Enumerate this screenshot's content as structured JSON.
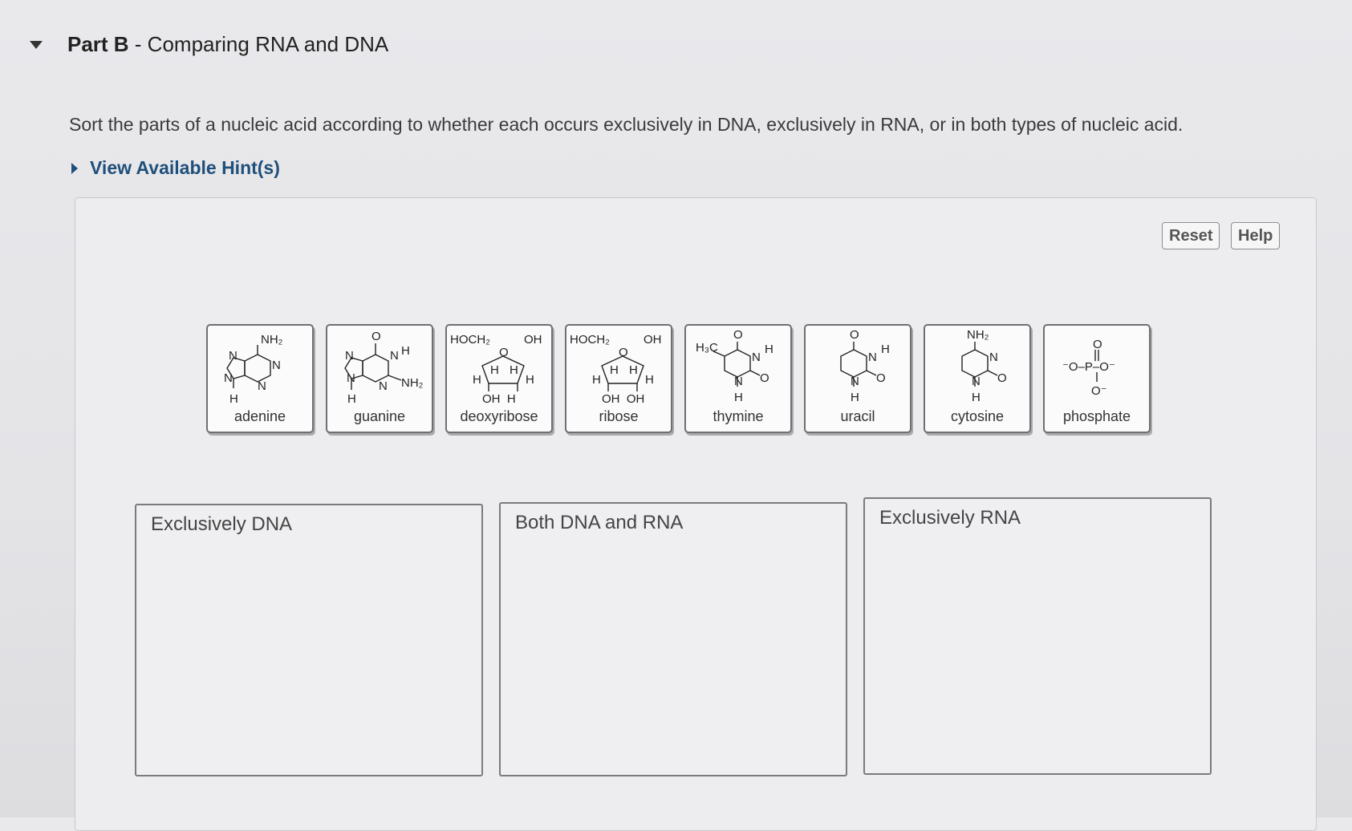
{
  "part": {
    "title_bold": "Part B",
    "title_rest": " - Comparing RNA and DNA"
  },
  "instructions": "Sort the parts of a nucleic acid according to whether each occurs exclusively in DNA, exclusively in RNA, or in both types of nucleic acid.",
  "hint_label": "View Available Hint(s)",
  "buttons": {
    "reset": "Reset",
    "help": "Help"
  },
  "tiles": [
    {
      "label": "adenine",
      "chem": {
        "top": "NH₂",
        "n1": "N",
        "n2": "N",
        "n3": "N",
        "n4": "N",
        "h": "H"
      }
    },
    {
      "label": "guanine",
      "chem": {
        "o": "O",
        "nh": "N",
        "h": "H",
        "nh2": "NH₂",
        "n1": "N",
        "n2": "N",
        "n3": "N",
        "hb": "H"
      }
    },
    {
      "label": "deoxyribose",
      "chem": {
        "hoch2": "HOCH₂",
        "oh": "OH",
        "o": "O",
        "h1": "H",
        "h2": "H",
        "h3": "H",
        "h4": "H",
        "bottom": "OH  H"
      }
    },
    {
      "label": "ribose",
      "chem": {
        "hoch2": "HOCH₂",
        "oh": "OH",
        "o": "O",
        "h1": "H",
        "h2": "H",
        "h3": "H",
        "h4": "H",
        "bottom": "OH  OH"
      }
    },
    {
      "label": "thymine",
      "chem": {
        "h3c": "H₃C",
        "o": "O",
        "n": "N",
        "h": "H",
        "n2": "N",
        "o2": "O",
        "hb": "H"
      }
    },
    {
      "label": "uracil",
      "chem": {
        "o": "O",
        "n": "N",
        "h": "H",
        "n2": "N",
        "o2": "O",
        "hb": "H"
      }
    },
    {
      "label": "cytosine",
      "chem": {
        "nh2": "NH₂",
        "n": "N",
        "n2": "N",
        "o": "O",
        "hb": "H"
      }
    },
    {
      "label": "phosphate",
      "chem": {
        "o_top": "O",
        "row": "⁻O–P–O⁻",
        "o_bot": "O⁻"
      }
    }
  ],
  "bins": [
    {
      "label": "Exclusively DNA"
    },
    {
      "label": "Both DNA and RNA"
    },
    {
      "label": "Exclusively RNA"
    }
  ],
  "colors": {
    "hint": "#1f4f7a",
    "tile_border": "#6f6f72"
  }
}
